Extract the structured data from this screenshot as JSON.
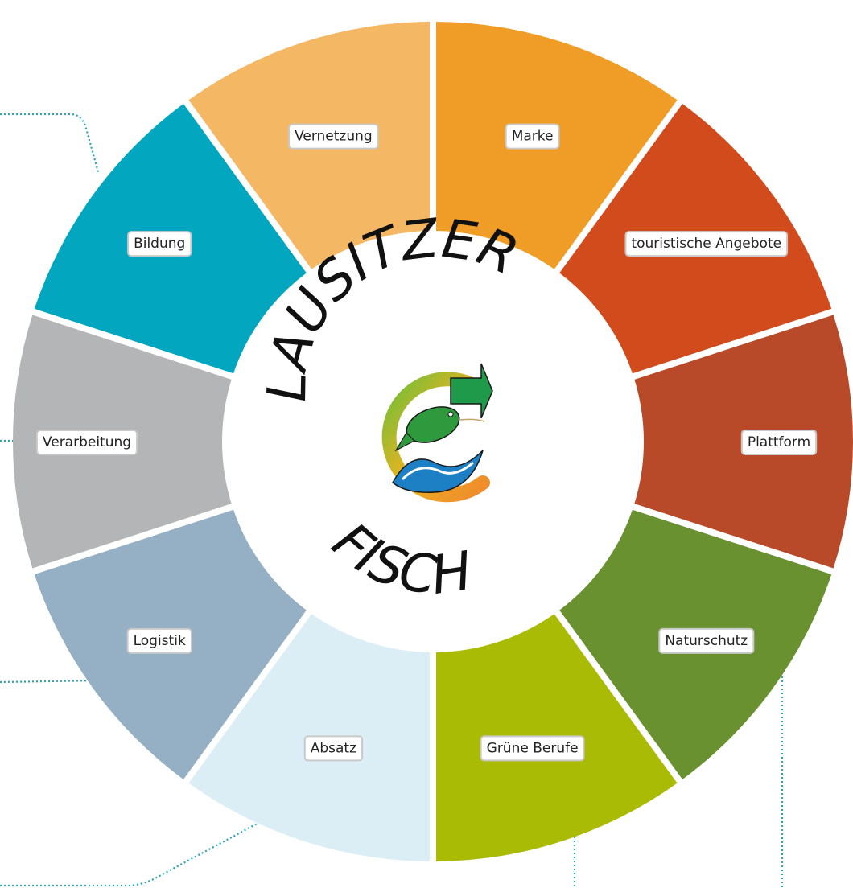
{
  "center": {
    "title_top": "LAUSITZER",
    "title_bottom": "FISCH"
  },
  "segments": [
    {
      "label": "Marke",
      "color": "#ef9d27"
    },
    {
      "label": "touristische Angebote",
      "color": "#d24b1d"
    },
    {
      "label": "Plattform",
      "color": "#b84a2a"
    },
    {
      "label": "Naturschutz",
      "color": "#6a9130"
    },
    {
      "label": "Grüne Berufe",
      "color": "#a9bb05"
    },
    {
      "label": "Absatz",
      "color": "#dbeef6"
    },
    {
      "label": "Logistik",
      "color": "#95afc4"
    },
    {
      "label": "Verarbeitung",
      "color": "#b4b5b7"
    },
    {
      "label": "Bildung",
      "color": "#03a6bf"
    },
    {
      "label": "Vernetzung",
      "color": "#f4b764"
    }
  ],
  "connector_color": "#2aa7b4"
}
